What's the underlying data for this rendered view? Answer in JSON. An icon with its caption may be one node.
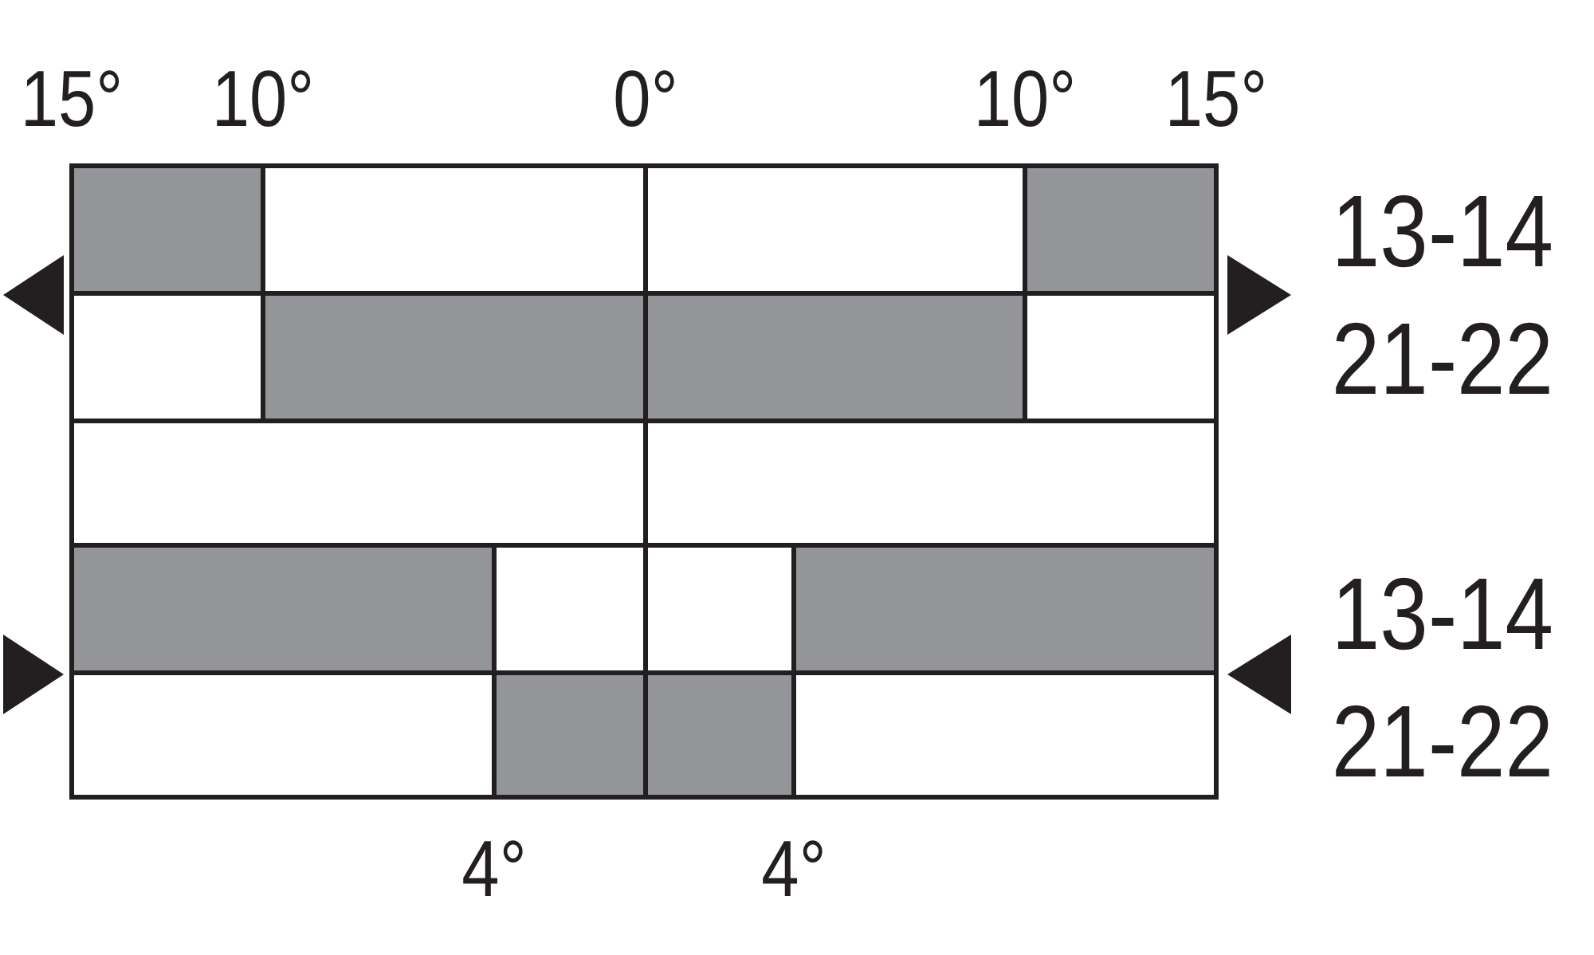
{
  "diagram": {
    "labels": [
      "15°",
      "10°",
      "0°",
      "10°",
      "15°",
      "13-14",
      "21-22",
      "13-14",
      "21-22",
      "4°",
      "4°"
    ]
  }
}
